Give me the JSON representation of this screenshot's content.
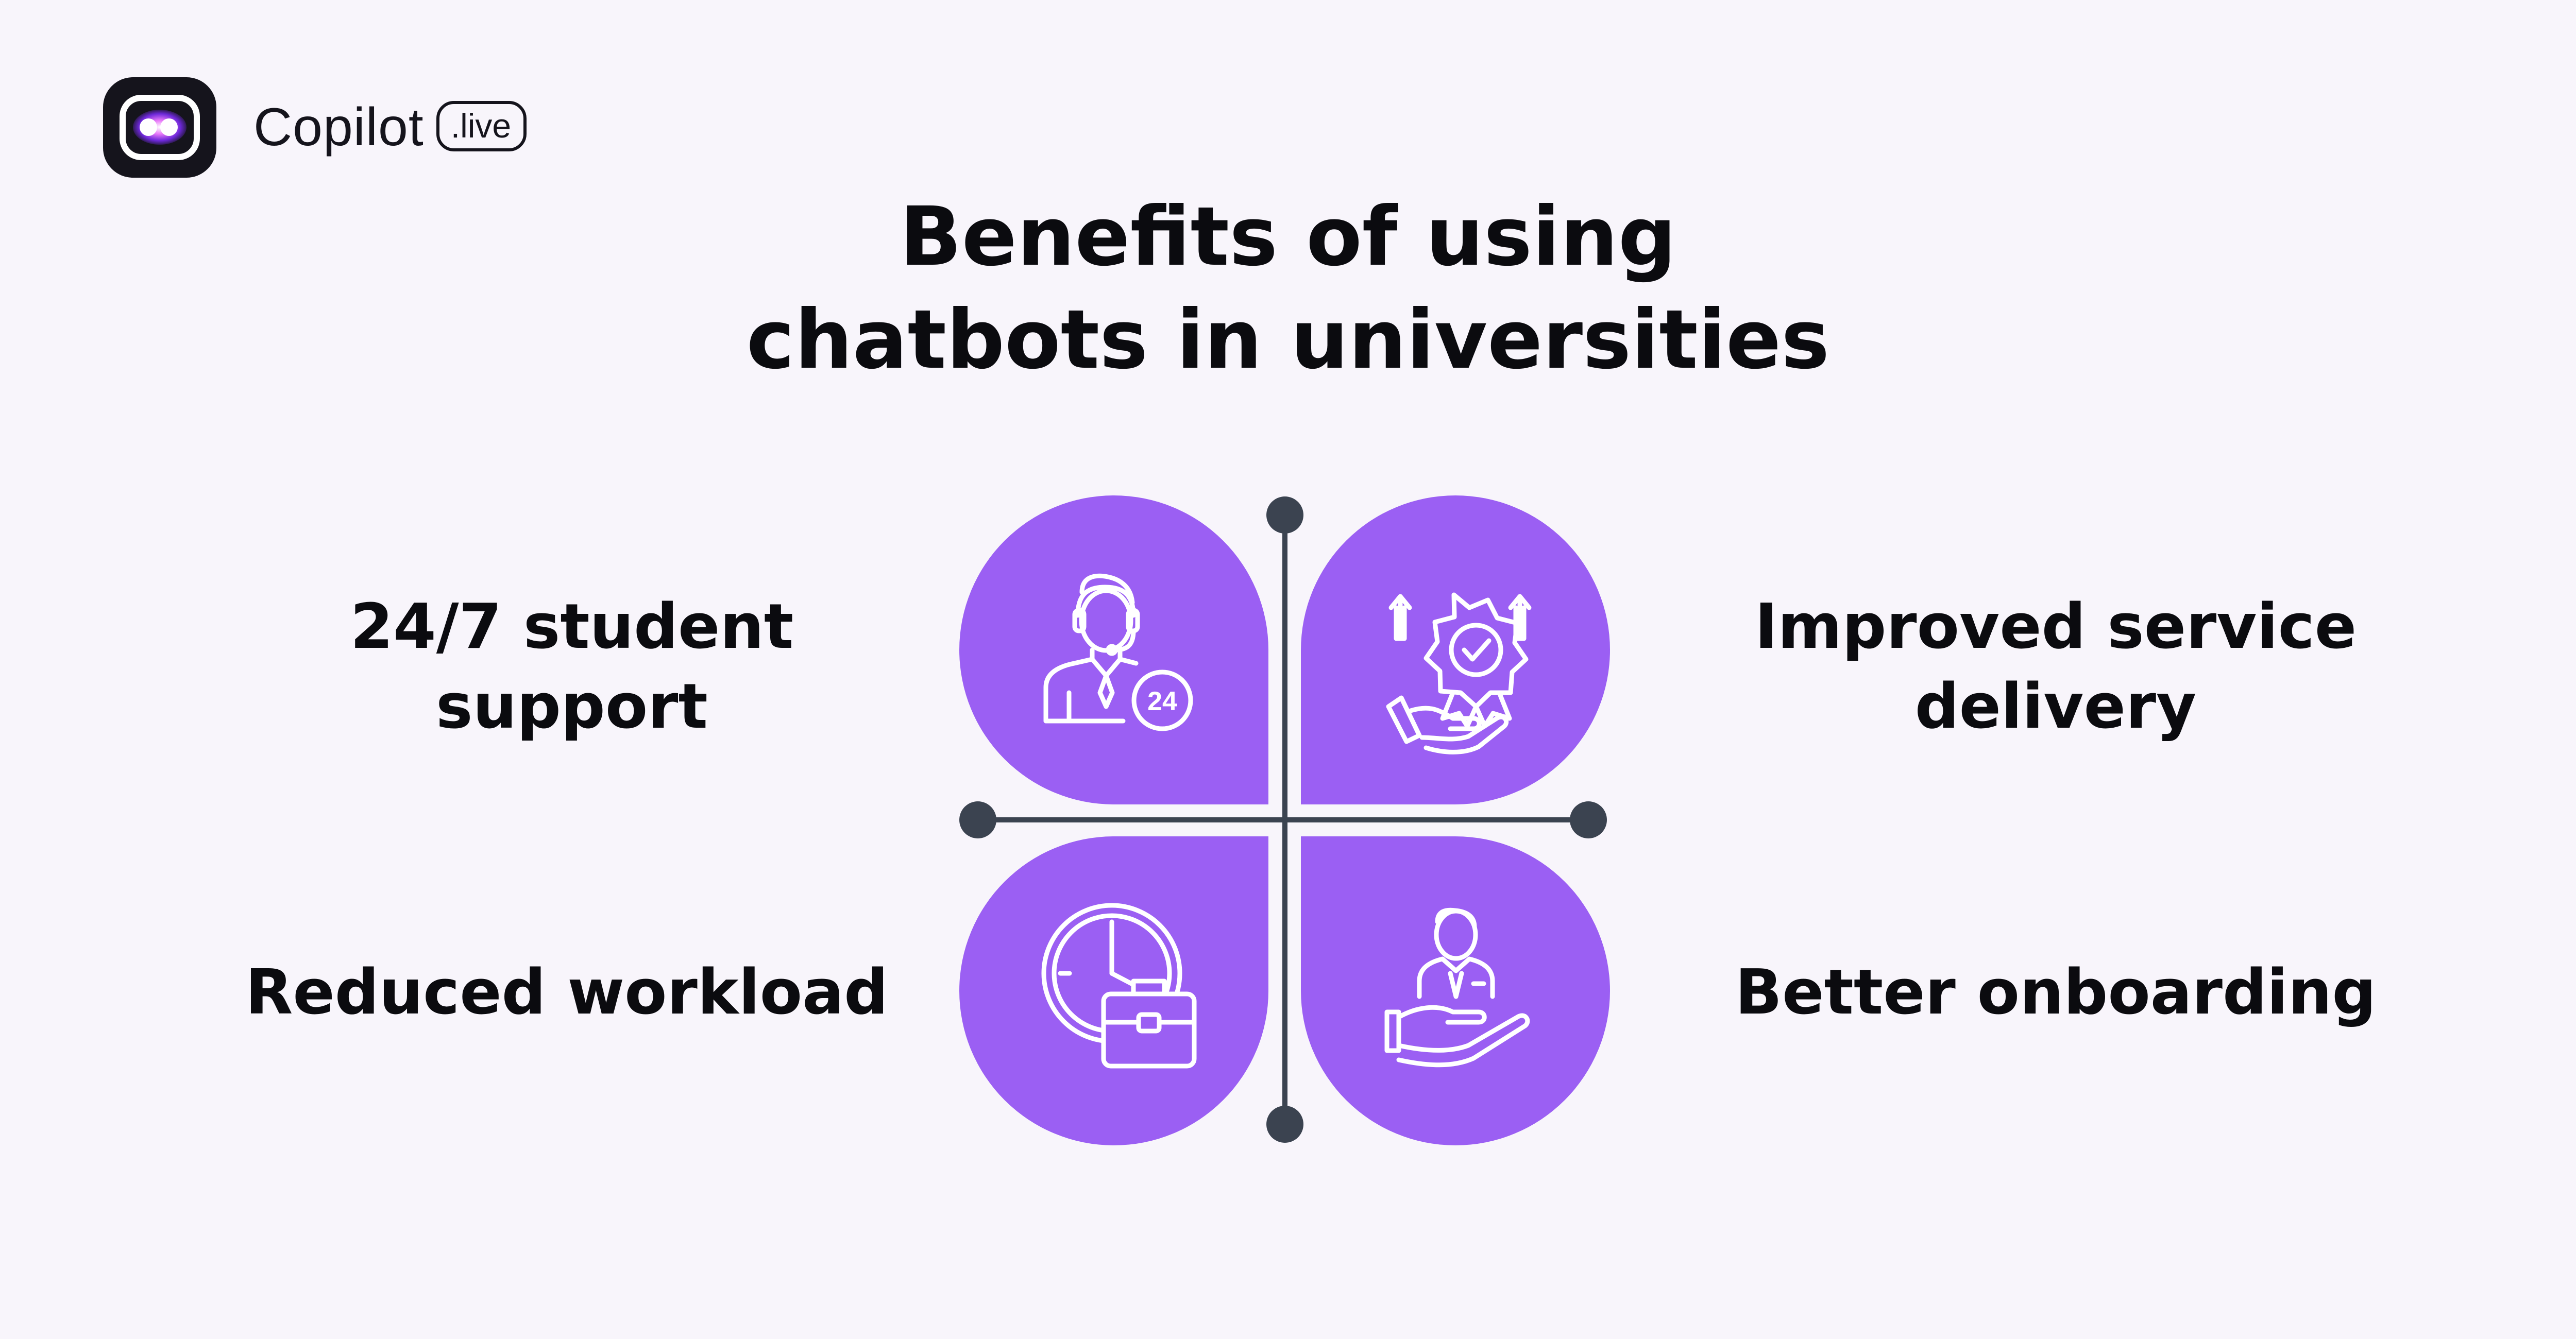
{
  "brand": {
    "name": "Copilot",
    "badge": ".live",
    "colors": {
      "dark": "#15141c",
      "glow": [
        "#ff5fa8",
        "#8b5cf6",
        "#38bdf8"
      ]
    }
  },
  "title": {
    "line1": "Benefits of using",
    "line2": "chatbots in universities"
  },
  "benefits": {
    "top_left": {
      "label": "24/7 student support",
      "icon": "support-agent-24-icon",
      "badge_text": "24"
    },
    "top_right": {
      "line1": "Improved service",
      "line2": "delivery",
      "icon": "award-hand-growth-icon"
    },
    "bottom_left": {
      "label": "Reduced workload",
      "icon": "clock-briefcase-icon"
    },
    "bottom_right": {
      "label": "Better onboarding",
      "icon": "person-on-hand-icon"
    }
  },
  "colors": {
    "background": "#f8f5fb",
    "petal": "#9b5ff3",
    "connector": "#3b4350",
    "text": "#0b0b0f",
    "icon_stroke": "#ffffff"
  }
}
